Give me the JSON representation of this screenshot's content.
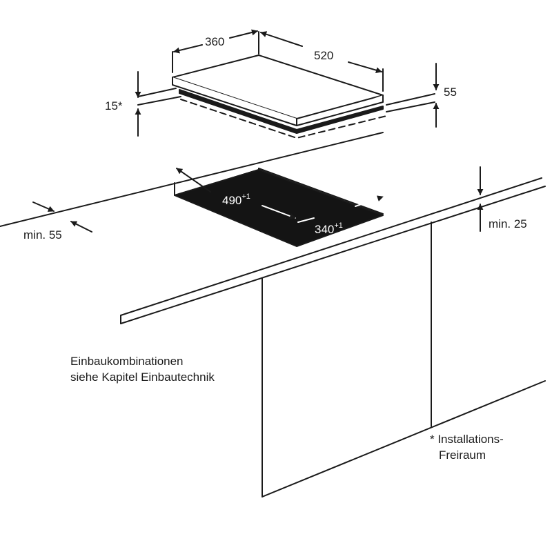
{
  "hob_dimensions": {
    "depth": "360",
    "width": "520",
    "thickness": "55",
    "clearance": "15*"
  },
  "cutout_dimensions": {
    "width": "490",
    "width_tolerance": "+1",
    "depth": "340",
    "depth_tolerance": "+1",
    "min_back_distance": "min. 55",
    "min_front_distance": "min. 25"
  },
  "notes": {
    "combinations_line1": "Einbaukombinationen",
    "combinations_line2": "siehe Kapitel Einbautechnik",
    "installation_line1": "* Installations-",
    "installation_line2": "Freiraum"
  },
  "colors": {
    "line": "#1a1a1a",
    "cutout_fill": "#141414",
    "background": "#ffffff"
  }
}
